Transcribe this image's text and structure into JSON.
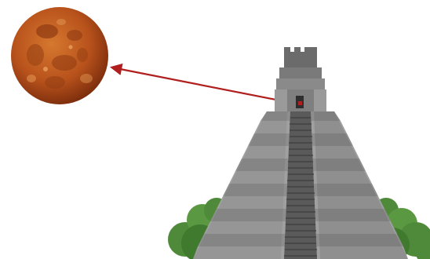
{
  "scene": {
    "moon": {
      "icon": "blood-moon",
      "color": "#b8521c"
    },
    "arrow": {
      "color": "#b01e1e",
      "from": "temple-top-window",
      "to": "moon"
    },
    "temple": {
      "icon": "mayan-pyramid-temple",
      "color": "#8a8a8a"
    },
    "bushes": {
      "icon": "green-shrub",
      "color": "#4f8a3a",
      "count": 2
    }
  }
}
